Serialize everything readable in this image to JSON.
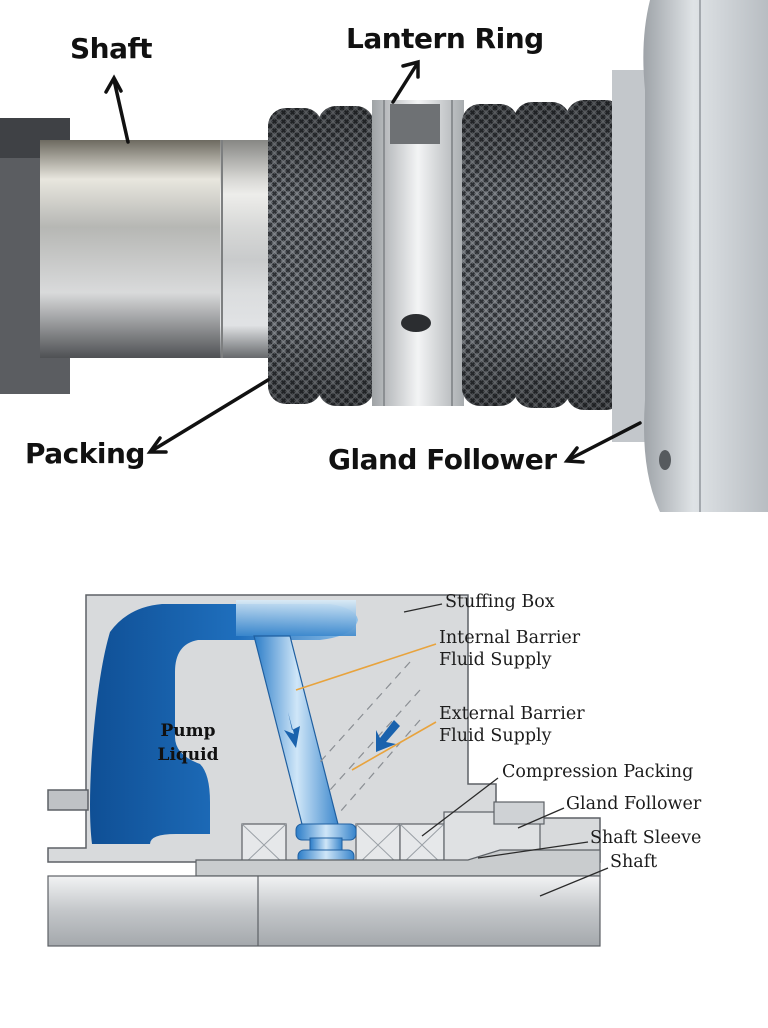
{
  "photo": {
    "labels": {
      "shaft": "Shaft",
      "lantern_ring": "Lantern Ring",
      "packing": "Packing",
      "gland_follower": "Gland Follower"
    }
  },
  "diagram": {
    "labels": {
      "stuffing_box": "Stuffing Box",
      "internal_barrier_line1": "Internal Barrier",
      "internal_barrier_line2": "Fluid Supply",
      "external_barrier_line1": "External Barrier",
      "external_barrier_line2": "Fluid Supply",
      "compression_packing": "Compression Packing",
      "gland_follower": "Gland Follower",
      "shaft_sleeve": "Shaft Sleeve",
      "shaft": "Shaft",
      "pump_liquid_line1": "Pump",
      "pump_liquid_line2": "Liquid"
    },
    "colors": {
      "fluid_blue": "#1a62ad",
      "metal_gray": "#d7d9db",
      "leader_orange": "#e8a33d"
    }
  }
}
